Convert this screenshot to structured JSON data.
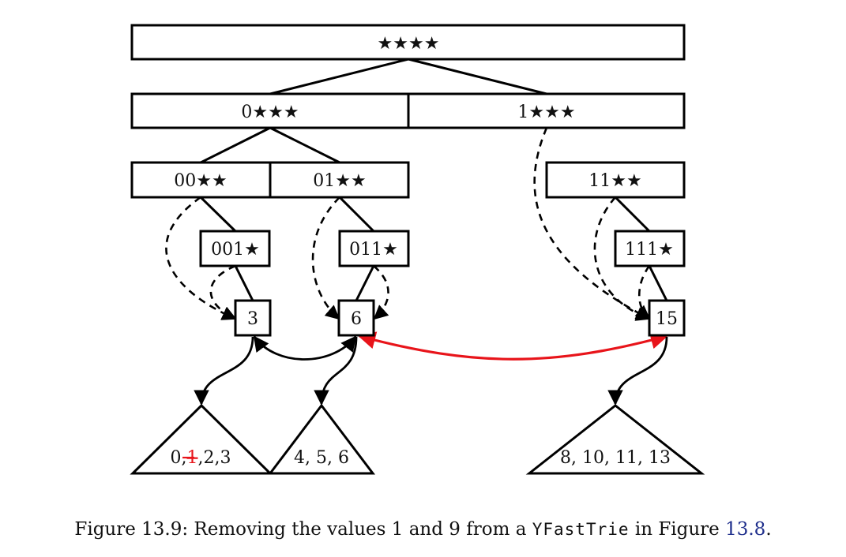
{
  "trie": {
    "root": "★★★★",
    "level1": {
      "left": "0★★★",
      "right": "1★★★"
    },
    "level2": {
      "a": "00★★",
      "b": "01★★",
      "c": "11★★"
    },
    "level3": {
      "a": "001★",
      "b": "011★",
      "c": "111★"
    },
    "leaves": {
      "a": "3",
      "b": "6",
      "c": "15"
    }
  },
  "subtrees": {
    "a": {
      "prefix": "0,",
      "removed": "1",
      "suffix": ",2,3"
    },
    "b": {
      "label": "4, 5, 6"
    },
    "c": {
      "label": "8, 10, 11, 13"
    }
  },
  "caption": {
    "prefix": "Figure 13.9: Removing the values 1 and 9 from a ",
    "code": "YFastTrie",
    "middle": " in Figure ",
    "ref": "13.8",
    "end": "."
  },
  "colors": {
    "line": "#000000",
    "highlight": "#e8141a",
    "link": "#1f2f8c"
  }
}
